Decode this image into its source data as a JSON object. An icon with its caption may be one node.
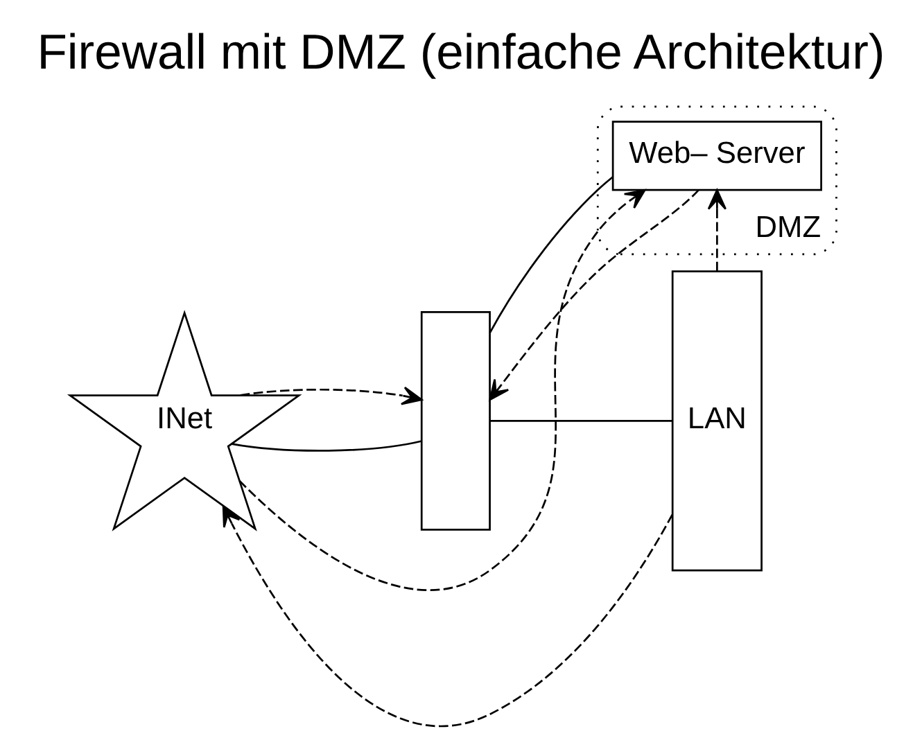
{
  "diagram": {
    "title": "Firewall mit DMZ (einfache Architektur)",
    "nodes": [
      {
        "text": [
          "INet"
        ]
      },
      {
        "text": [],
        "shape": "box"
      },
      {
        "text": [
          "DMZ"
        ]
      },
      {
        "text": [
          "Web– Server"
        ],
        "in": 2
      },
      {
        "text": [
          "LAN"
        ]
      }
    ],
    "edges": [
      {
        "from": 0,
        "to": 1,
        "arrow": "none"
      },
      {
        "from": 1,
        "to": 4,
        "arrow": "none"
      },
      {
        "from": 1,
        "to": 3,
        "arrow": "none"
      },
      {
        "from": 0,
        "to": 1,
        "arrow": "to",
        "style": "dashed"
      },
      {
        "from": 4,
        "to": 0,
        "arrow": "to",
        "style": "dashed"
      },
      {
        "from": 0,
        "to": 3,
        "arrow": "to",
        "style": "dashed"
      },
      {
        "from": 4,
        "to": 3,
        "arrow": "to",
        "style": "dashed"
      },
      {
        "from": 3,
        "to": 1,
        "arrow": "to",
        "style": "dashed"
      }
    ]
  }
}
